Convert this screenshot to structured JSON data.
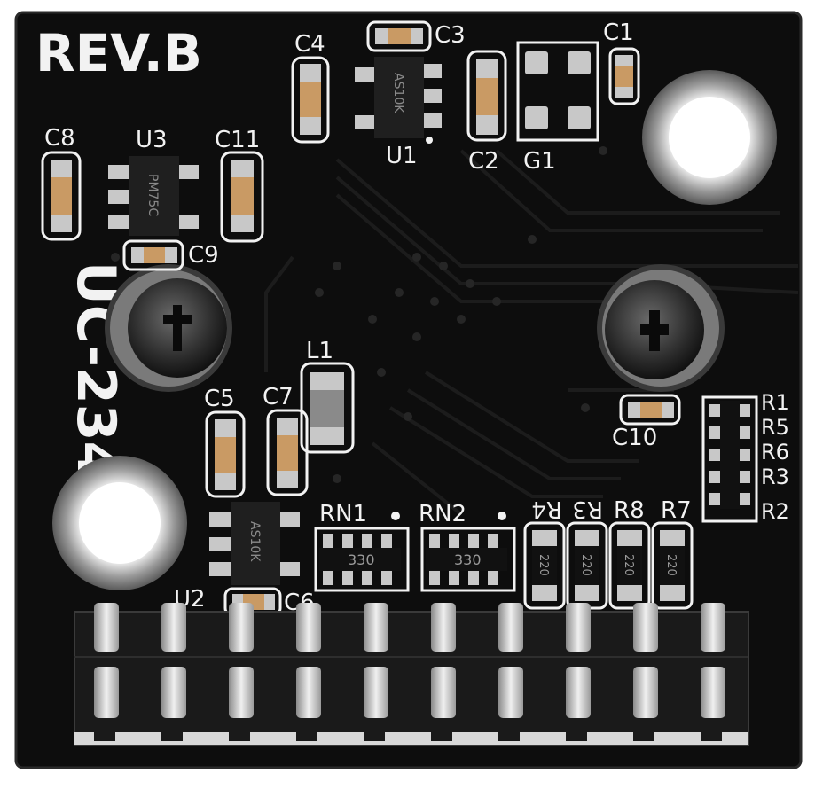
{
  "board": {
    "revision": "REV.B",
    "model": "UC-234"
  },
  "refdes": {
    "c4": "C4",
    "c3": "C3",
    "c1": "C1",
    "u1": "U1",
    "c2": "C2",
    "g1": "G1",
    "c8": "C8",
    "u3": "U3",
    "c11": "C11",
    "c9": "C9",
    "l1": "L1",
    "c5": "C5",
    "c7": "C7",
    "c10": "C10",
    "rn1": "RN1",
    "rn2": "RN2",
    "r4": "R4",
    "r3": "R3",
    "r8": "R8",
    "r7": "R7",
    "u2": "U2",
    "c6": "C6",
    "r1": "R1",
    "r5": "R5",
    "r6": "R6",
    "r3b": "R3",
    "r2": "R2"
  },
  "markings": {
    "u1": "AS10K",
    "u3": "PM75C",
    "u2": "AS10K",
    "rn1": "330",
    "rn2": "330",
    "r4": "220",
    "r3": "220",
    "r8": "220",
    "r7": "220"
  },
  "colors": {
    "pcb": "#0d0d0d",
    "silkscreen": "#f2f2f2",
    "pad": "#c8c8c8",
    "component_body": "#c99a64"
  }
}
